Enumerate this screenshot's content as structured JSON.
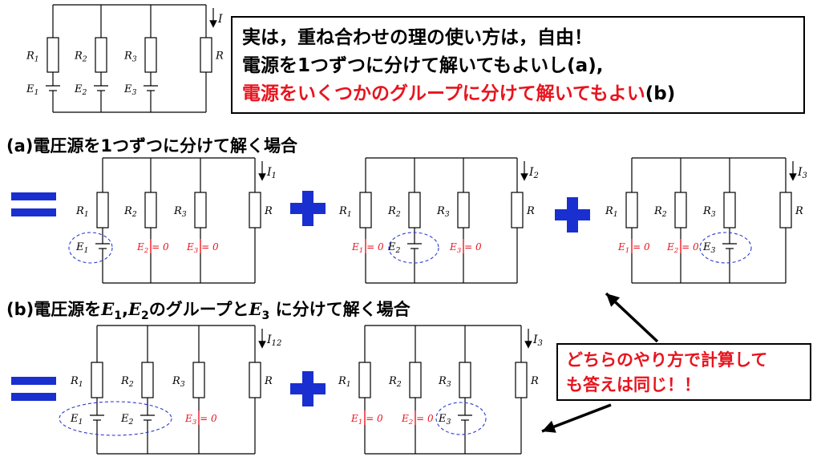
{
  "callout_top": {
    "line1": "実は，重ね合わせの理の使い方は，自由！",
    "line2": "電源を1つずつに分けて解いてもよいし(a),",
    "line3_red": "電源をいくつかのグループに分けて解いてもよい",
    "line3_tail": "(b)"
  },
  "heading_a": "(a)電圧源を1つずつに分けて解く場合",
  "heading_b": {
    "prefix": "(b)電圧源を",
    "e1": "E",
    "e1_sub": "1",
    "comma": ",",
    "e2": "E",
    "e2_sub": "2",
    "mid": "のグループと",
    "e3": "E",
    "e3_sub": "3",
    "suffix": " に分けて解く場合"
  },
  "callout_bottom": {
    "line1": "どちらのやり方で計算して",
    "line2": "も答えは同じ！！"
  },
  "labels": {
    "R1": "R",
    "R2": "R",
    "R3": "R",
    "R": "R",
    "s1": "1",
    "s2": "2",
    "s3": "3",
    "s12": "12",
    "E": "E",
    "I": "I",
    "eq0": " = 0"
  },
  "colors": {
    "red": "#e8141e",
    "blue_symbol": "#1a2fd0",
    "ellipse": "#2a3bd0",
    "wire": "#000000",
    "short_line": "#e8141e"
  },
  "icons": {
    "equals": "equals-sign-icon",
    "plus": "plus-sign-icon",
    "arrow": "arrow-icon"
  }
}
